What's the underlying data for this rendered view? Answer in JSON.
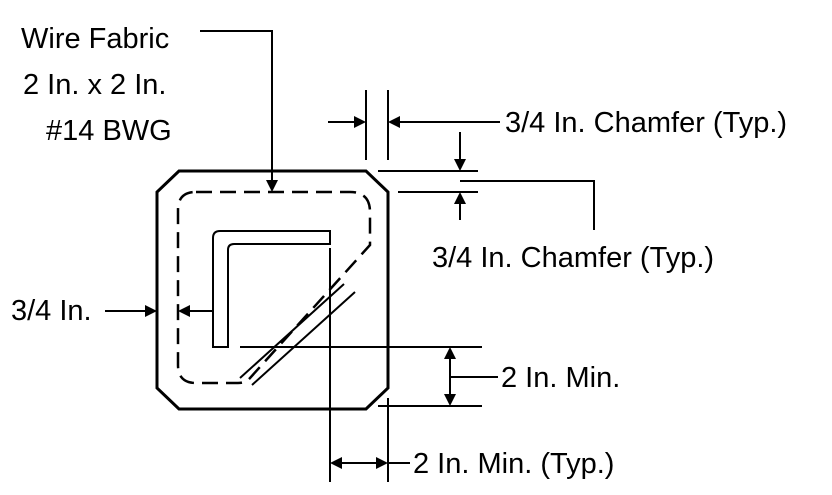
{
  "wire_fabric": {
    "line1": "Wire Fabric",
    "line2": "2 In. x 2 In.",
    "line3": "#14 BWG"
  },
  "chamfer_top_label": "3/4 In. Chamfer (Typ.)",
  "chamfer_side_label": "3/4 In. Chamfer (Typ.)",
  "cover_label": "3/4 In.",
  "edge_min_label": "2 In. Min.",
  "edge_min_typ_label": "2 In. Min. (Typ.)",
  "colors": {
    "line": "#000000",
    "background": "#ffffff"
  }
}
